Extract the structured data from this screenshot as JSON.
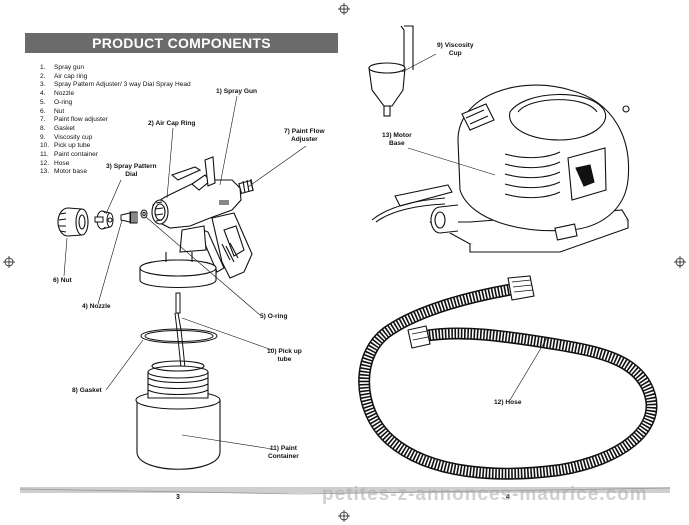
{
  "header": {
    "title": "PRODUCT COMPONENTS"
  },
  "parts": [
    {
      "num": "1.",
      "label": "Spray gun"
    },
    {
      "num": "2.",
      "label": "Air cap ring"
    },
    {
      "num": "3.",
      "label": "Spray Pattern Adjuster/ 3 way Dial Spray Head"
    },
    {
      "num": "4.",
      "label": "Nozzle"
    },
    {
      "num": "5.",
      "label": "O-ring"
    },
    {
      "num": "6.",
      "label": "Nut"
    },
    {
      "num": "7.",
      "label": "Paint flow adjuster"
    },
    {
      "num": "8.",
      "label": "Gasket"
    },
    {
      "num": "9.",
      "label": "Viscosity cup"
    },
    {
      "num": "10.",
      "label": "Pick up tube"
    },
    {
      "num": "11.",
      "label": "Paint container"
    },
    {
      "num": "12.",
      "label": "Hose"
    },
    {
      "num": "13.",
      "label": "Motor base"
    }
  ],
  "callouts": {
    "spray_gun": "1) Spray Gun",
    "air_cap_ring": "2) Air Cap Ring",
    "spray_pattern_dial_l1": "3) Spray Pattern",
    "spray_pattern_dial_l2": "Dial",
    "paint_flow_l1": "7) Paint Flow",
    "paint_flow_l2": "Adjuster",
    "nut": "6) Nut",
    "nozzle": "4) Nozzle",
    "o_ring": "5) O-ring",
    "pickup_l1": "10) Pick up",
    "pickup_l2": "tube",
    "gasket": "8) Gasket",
    "container_l1": "11) Paint",
    "container_l2": "Container",
    "viscosity_l1": "9) Viscosity",
    "viscosity_l2": "Cup",
    "motor_l1": "13) Motor",
    "motor_l2": "Base",
    "hose": "12) Hose"
  },
  "page_numbers": {
    "left": "3",
    "right": "4"
  },
  "watermark": "petites-z-annonces-maurice.com"
}
